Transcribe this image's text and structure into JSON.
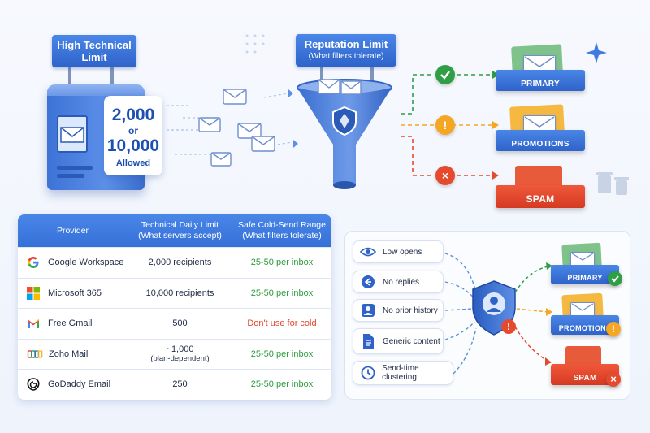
{
  "top": {
    "technical_sign": "High Technical Limit",
    "limit_value_1": "2,000",
    "limit_or": "or",
    "limit_value_2": "10,000",
    "limit_allowed": "Allowed",
    "reputation_title": "Reputation Limit",
    "reputation_sub": "(What filters tolerate)",
    "trays": [
      {
        "label": "PRIMARY",
        "status": "check",
        "color": "#2f9e44"
      },
      {
        "label": "PROMOTIONS",
        "status": "!",
        "color": "#f5a623"
      },
      {
        "label": "SPAM",
        "status": "×",
        "color": "#e64a2e"
      }
    ]
  },
  "table": {
    "headers": {
      "provider": "Provider",
      "technical": "Technical Daily Limit\n(What servers accept)",
      "safe": "Safe Cold-Send Range\n(What filters tolerate)"
    },
    "rows": [
      {
        "provider": "Google Workspace",
        "logo": "google-logo",
        "technical": "2,000 recipients",
        "technical_sub": "",
        "safe": "25-50 per inbox",
        "safe_status": "good"
      },
      {
        "provider": "Microsoft 365",
        "logo": "microsoft-logo",
        "technical": "10,000 recipients",
        "technical_sub": "",
        "safe": "25-50 per inbox",
        "safe_status": "good"
      },
      {
        "provider": "Free Gmail",
        "logo": "gmail-logo",
        "technical": "500",
        "technical_sub": "",
        "safe": "Don't use for cold",
        "safe_status": "bad"
      },
      {
        "provider": "Zoho Mail",
        "logo": "zoho-logo",
        "technical": "~1,000",
        "technical_sub": "(plan-dependent)",
        "safe": "25-50 per inbox",
        "safe_status": "good"
      },
      {
        "provider": "GoDaddy Email",
        "logo": "godaddy-logo",
        "technical": "250",
        "technical_sub": "",
        "safe": "25-50 per inbox",
        "safe_status": "good"
      }
    ]
  },
  "signals": {
    "items": [
      {
        "label": "Low opens",
        "icon": "eye-icon"
      },
      {
        "label": "No replies",
        "icon": "reply-icon"
      },
      {
        "label": "No prior history",
        "icon": "person-icon"
      },
      {
        "label": "Generic content",
        "icon": "document-icon"
      },
      {
        "label": "Send-time clustering",
        "icon": "clock-icon"
      }
    ],
    "trays": [
      {
        "label": "PRIMARY",
        "status": "check",
        "color": "#2f9e44"
      },
      {
        "label": "PROMOTIONS",
        "status": "!",
        "color": "#f5a623"
      },
      {
        "label": "SPAM",
        "status": "×",
        "color": "#e64a2e"
      }
    ]
  },
  "colors": {
    "brand_blue": "#3570d8",
    "good_green": "#2e9a3f",
    "bad_red": "#e0452c",
    "warn_orange": "#f5a623"
  }
}
